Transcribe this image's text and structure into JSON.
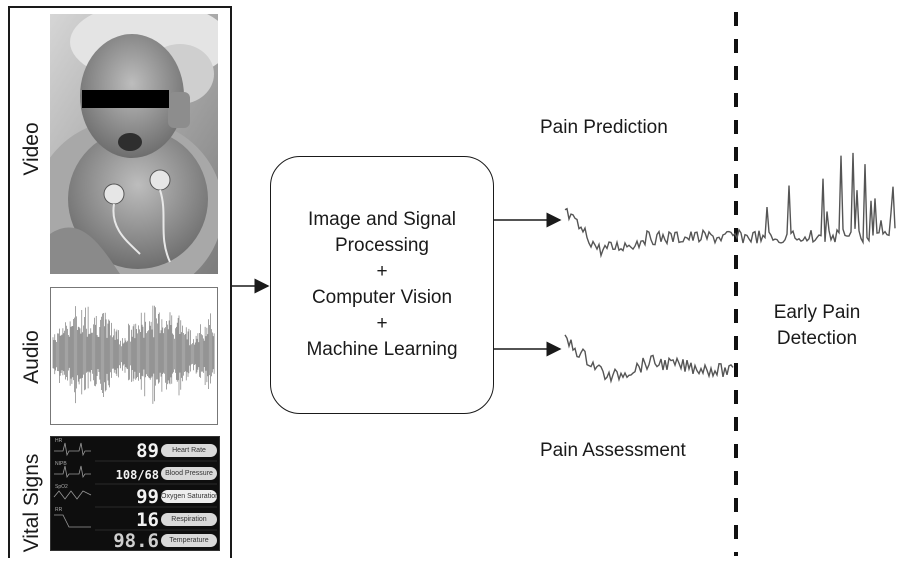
{
  "inputs": {
    "video_label": "Video",
    "audio_label": "Audio",
    "vitals_label": "Vital Signs"
  },
  "vital_signs": [
    {
      "tag": "HR",
      "value": "89",
      "suffix": ".",
      "name": "Heart Rate"
    },
    {
      "tag": "NIPB",
      "value": "108/68",
      "suffix": "..",
      "name": "Blood Pressure"
    },
    {
      "tag": "SpO2",
      "value": "99",
      "suffix": ".",
      "name": "Oxygen Saturation"
    },
    {
      "tag": "RR",
      "value": "16",
      "suffix": ".",
      "name": "Respiration"
    },
    {
      "tag": "",
      "value": "98.6",
      "suffix": ".",
      "name": "Temperature"
    }
  ],
  "processing": {
    "line1": "Image and Signal",
    "line2": "Processing",
    "plus1": "+",
    "line3": "Computer Vision",
    "plus2": "+",
    "line4": "Machine Learning"
  },
  "outputs": {
    "prediction_label": "Pain Prediction",
    "assessment_label": "Pain Assessment",
    "early_line1": "Early Pain",
    "early_line2": "Detection"
  },
  "colors": {
    "frame": "#1a1a1a",
    "signal": "#555555",
    "monitor_bg": "#0e0e0e"
  }
}
